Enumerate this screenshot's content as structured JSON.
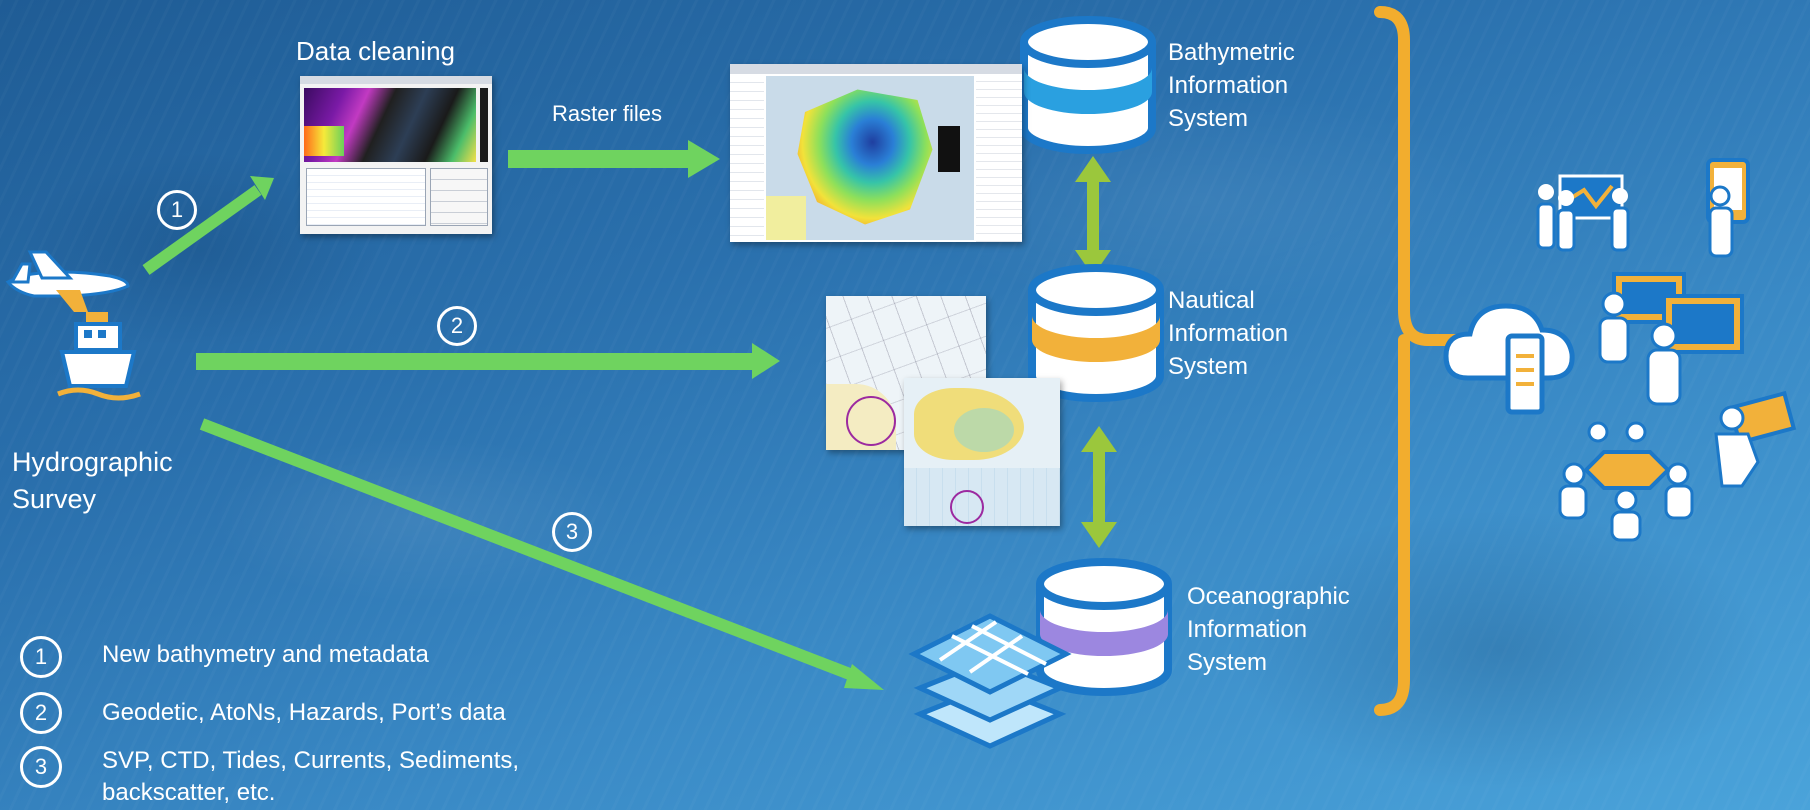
{
  "title": "Data cleaning",
  "raster_label": "Raster files",
  "survey_label": [
    "Hydrographic",
    "Survey"
  ],
  "steps": [
    "1",
    "2",
    "3"
  ],
  "systems": [
    {
      "lines": [
        "Bathymetric",
        "Information",
        "System"
      ],
      "band_color": "#2aa0e0"
    },
    {
      "lines": [
        "Nautical",
        "Information",
        "System"
      ],
      "band_color": "#f2b13a"
    },
    {
      "lines": [
        "Oceanographic",
        "Information",
        "System"
      ],
      "band_color": "#9c87e0"
    }
  ],
  "legend": [
    {
      "num": "1",
      "text": "New bathymetry and metadata"
    },
    {
      "num": "2",
      "text": "Geodetic, AtoNs, Hazards,  Port’s data"
    },
    {
      "num": "3",
      "text": "SVP, CTD, Tides, Currents, Sediments,",
      "text2": "backscatter, etc."
    }
  ],
  "colors": {
    "arrow_green": "#6fd35f",
    "link_green": "#9bc73c",
    "bracket_orange": "#f2ad2e",
    "icon_blue": "#1c78c8",
    "db_outline": "#1c78c8"
  },
  "icons": [
    "airplane-icon",
    "ship-icon",
    "database-icon",
    "cloud-server-icon",
    "people-meeting-icon",
    "person-tablet-icon",
    "people-computers-icon",
    "team-table-icon",
    "person-laptop-icon",
    "layers-map-icon"
  ]
}
